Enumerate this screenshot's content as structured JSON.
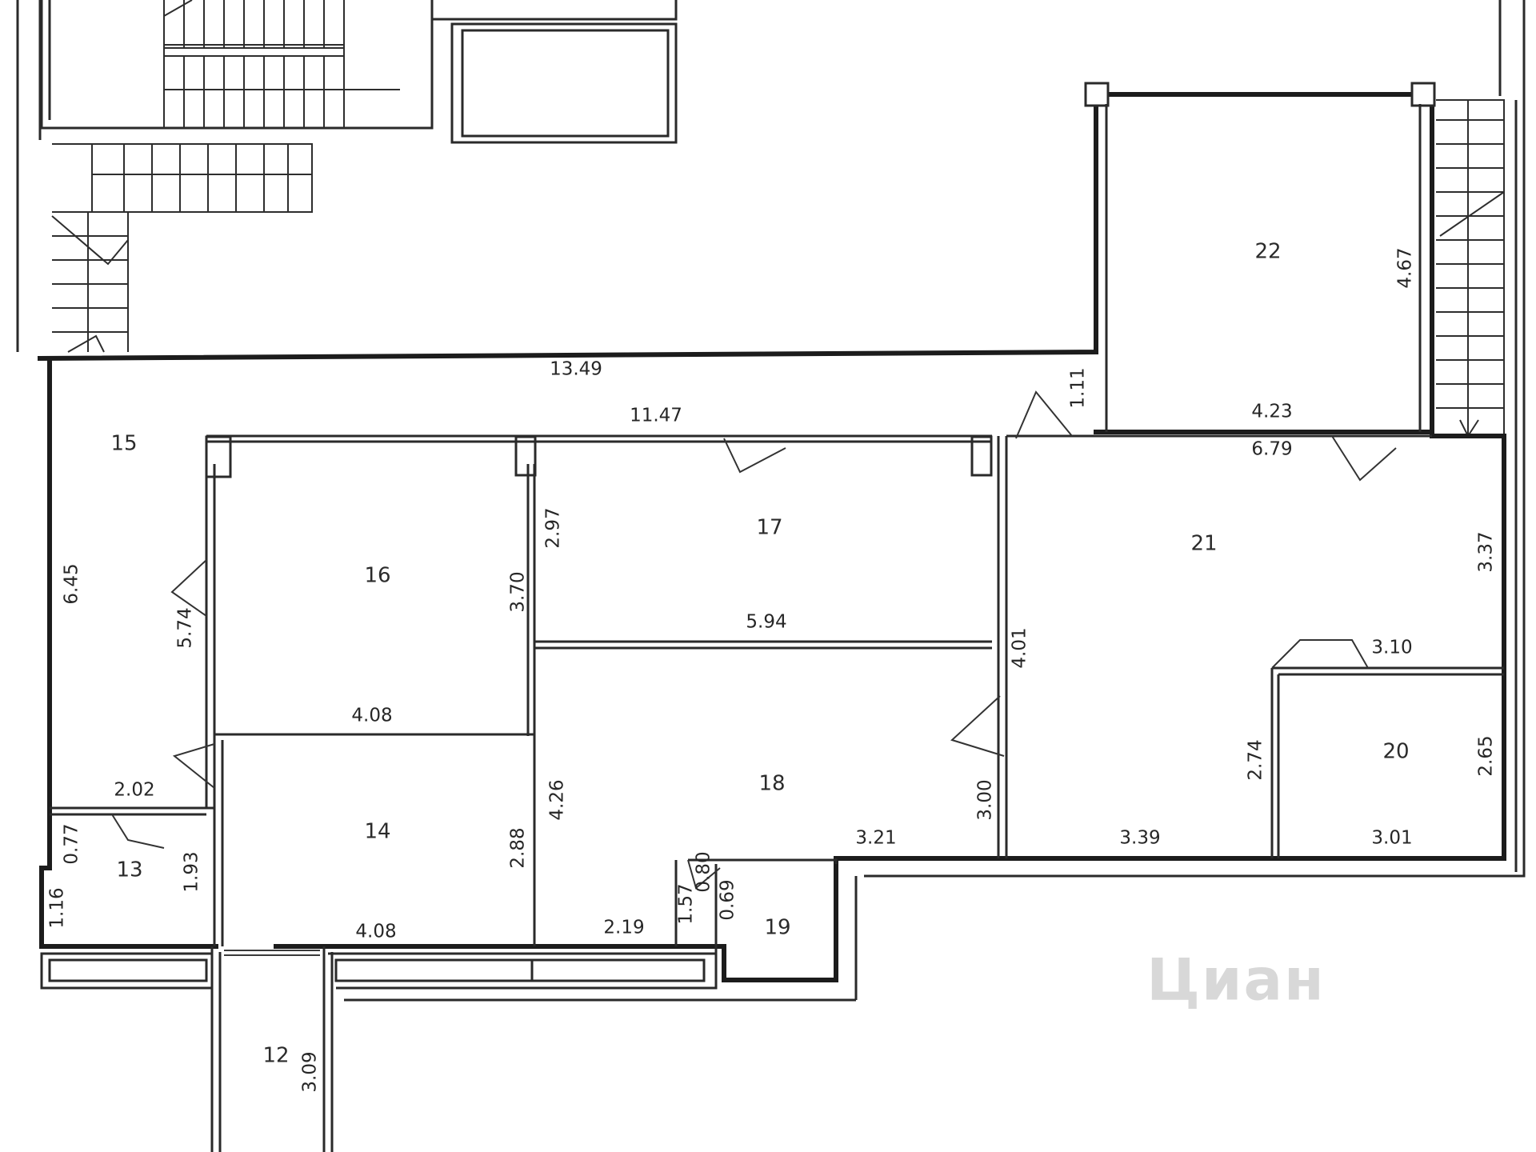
{
  "plan": {
    "rooms": [
      {
        "id": "r12",
        "label": "12"
      },
      {
        "id": "r13",
        "label": "13"
      },
      {
        "id": "r14",
        "label": "14"
      },
      {
        "id": "r15",
        "label": "15"
      },
      {
        "id": "r16",
        "label": "16"
      },
      {
        "id": "r17",
        "label": "17"
      },
      {
        "id": "r18",
        "label": "18"
      },
      {
        "id": "r19",
        "label": "19"
      },
      {
        "id": "r20",
        "label": "20"
      },
      {
        "id": "r21",
        "label": "21"
      },
      {
        "id": "r22",
        "label": "22"
      }
    ],
    "dimensions": {
      "d_13_49": "13.49",
      "d_11_47": "11.47",
      "d_6_45": "6.45",
      "d_5_74": "5.74",
      "d_4_08_a": "4.08",
      "d_4_08_b": "4.08",
      "d_3_70": "3.70",
      "d_5_94": "5.94",
      "d_2_97": "2.97",
      "d_4_01": "4.01",
      "d_1_11": "1.11",
      "d_4_23": "4.23",
      "d_4_67": "4.67",
      "d_6_79": "6.79",
      "d_3_37": "3.37",
      "d_3_10": "3.10",
      "d_2_74": "2.74",
      "d_2_65": "2.65",
      "d_3_01": "3.01",
      "d_3_39": "3.39",
      "d_3_00": "3.00",
      "d_3_21": "3.21",
      "d_4_26": "4.26",
      "d_2_19": "2.19",
      "d_1_57": "1.57",
      "d_0_80": "0.80",
      "d_0_69": "0.69",
      "d_2_88": "2.88",
      "d_2_02": "2.02",
      "d_0_77": "0.77",
      "d_1_93": "1.93",
      "d_1_16": "1.16",
      "d_3_09": "3.09"
    },
    "watermark": "Циан"
  }
}
